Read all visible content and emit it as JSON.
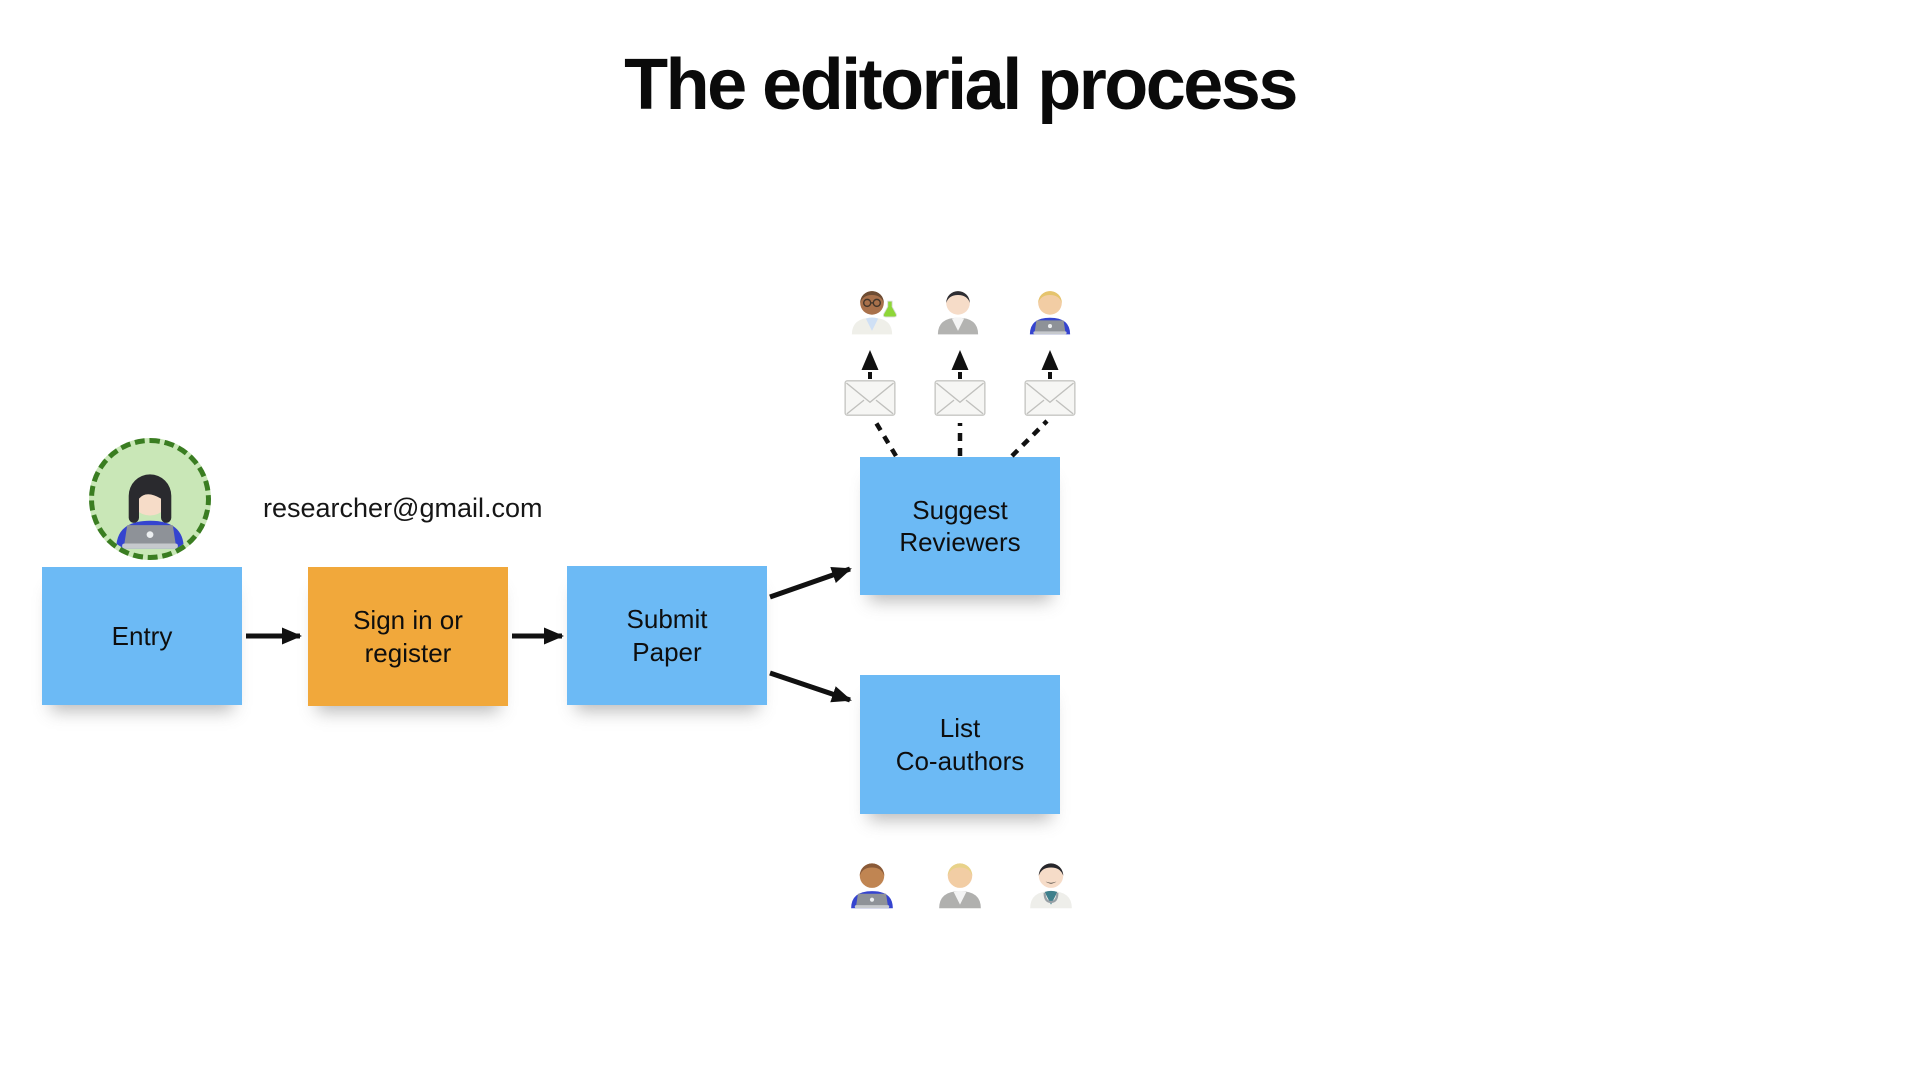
{
  "title": "The editorial process",
  "colors": {
    "background": "#ffffff",
    "node_blue": "#6cbaf5",
    "node_orange": "#f1a83b",
    "text": "#0e0e0e",
    "arrow": "#111111",
    "avatar_fill": "#c9e7b7",
    "avatar_border": "#3a7d21"
  },
  "user": {
    "email": "researcher@gmail.com",
    "avatar": {
      "icon": "woman-technologist-emoji",
      "skin": "#f6dcc8",
      "hair": "#2a2a2e",
      "hair_style": "long",
      "top": "#3544cf",
      "laptop": true
    }
  },
  "nodes": [
    {
      "id": "entry",
      "label": "Entry",
      "color": "blue"
    },
    {
      "id": "sign-in",
      "label": "Sign in or\nregister",
      "color": "orange"
    },
    {
      "id": "submit-paper",
      "label": "Submit\nPaper",
      "color": "blue"
    },
    {
      "id": "suggest-reviewers",
      "label": "Suggest\nReviewers",
      "color": "blue"
    },
    {
      "id": "list-co-authors",
      "label": "List\nCo-authors",
      "color": "blue"
    }
  ],
  "edges": [
    {
      "from": "entry",
      "to": "sign-in",
      "style": "solid-arrow"
    },
    {
      "from": "sign-in",
      "to": "submit-paper",
      "style": "solid-arrow"
    },
    {
      "from": "submit-paper",
      "to": "suggest-reviewers",
      "style": "solid-arrow"
    },
    {
      "from": "submit-paper",
      "to": "list-co-authors",
      "style": "solid-arrow"
    },
    {
      "from": "suggest-reviewers",
      "to": "email-1",
      "style": "dashed"
    },
    {
      "from": "suggest-reviewers",
      "to": "email-2",
      "style": "dashed"
    },
    {
      "from": "suggest-reviewers",
      "to": "email-3",
      "style": "dashed"
    },
    {
      "from": "email-1",
      "to": "reviewer-1",
      "style": "dashed-arrow"
    },
    {
      "from": "email-2",
      "to": "reviewer-2",
      "style": "dashed-arrow"
    },
    {
      "from": "email-3",
      "to": "reviewer-3",
      "style": "dashed-arrow"
    }
  ],
  "reviewers": {
    "envelope_icon": "envelope-emoji",
    "people": [
      {
        "icon": "person-scientist-emoji",
        "skin": "#a9714b",
        "hair": "#6d4c33",
        "top": "#efefe9",
        "shirt": "#cfe0f5",
        "glasses": true,
        "flask": true
      },
      {
        "icon": "person-office-worker-emoji",
        "skin": "#f6dcc8",
        "hair": "#2e2e33",
        "top": "#b3b3b1",
        "shirt": "#f4f4f4"
      },
      {
        "icon": "person-technologist-emoji",
        "skin": "#f2cda4",
        "hair": "#e5c46d",
        "top": "#3544cf",
        "laptop": true
      }
    ]
  },
  "coauthors": {
    "people": [
      {
        "icon": "person-technologist-emoji",
        "skin": "#c08552",
        "hair": "#8a5a38",
        "top": "#3544cf",
        "laptop": true
      },
      {
        "icon": "person-office-worker-emoji",
        "skin": "#f2cda4",
        "hair": "#e8d289",
        "top": "#b0b0ae",
        "shirt": "#f4f4f4"
      },
      {
        "icon": "man-health-worker-emoji",
        "skin": "#f6dcc8",
        "hair": "#26262b",
        "top": "#eeeeea",
        "shirt": "#3e7f8c",
        "mustache": true,
        "stethoscope": true
      }
    ]
  }
}
